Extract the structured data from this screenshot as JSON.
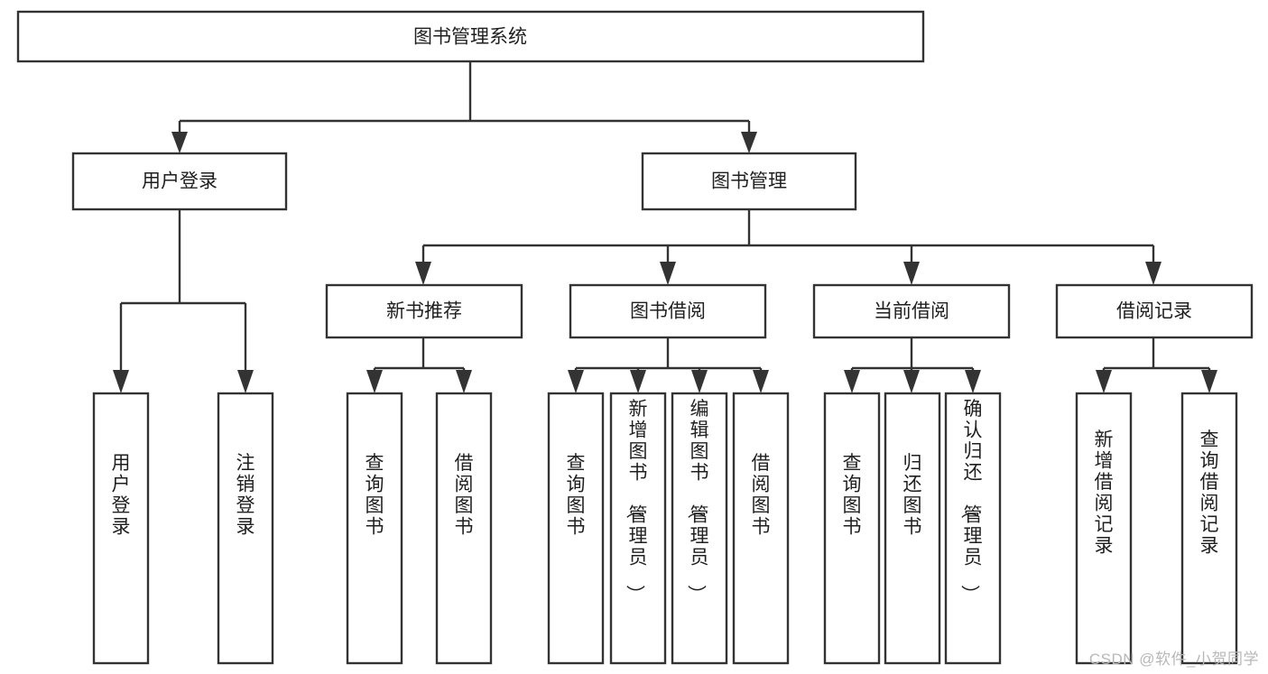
{
  "diagram": {
    "type": "tree-hierarchy-flowchart",
    "title": "图书管理系统",
    "root": {
      "id": "root",
      "label": "图书管理系统",
      "orientation": "horizontal"
    },
    "level1": [
      {
        "id": "user-login",
        "label": "用户登录",
        "orientation": "horizontal"
      },
      {
        "id": "book-management",
        "label": "图书管理",
        "orientation": "horizontal"
      }
    ],
    "level2": [
      {
        "id": "new-book-recommend",
        "label": "新书推荐",
        "orientation": "horizontal",
        "parent": "book-management"
      },
      {
        "id": "book-borrow",
        "label": "图书借阅",
        "orientation": "horizontal",
        "parent": "book-management"
      },
      {
        "id": "current-borrow",
        "label": "当前借阅",
        "orientation": "horizontal",
        "parent": "book-management"
      },
      {
        "id": "borrow-record",
        "label": "借阅记录",
        "orientation": "horizontal",
        "parent": "book-management"
      }
    ],
    "leaves": [
      {
        "id": "leaf-user-login",
        "label": "用户登录",
        "orientation": "vertical",
        "parent": "user-login"
      },
      {
        "id": "leaf-logout",
        "label": "注销登录",
        "orientation": "vertical",
        "parent": "user-login"
      },
      {
        "id": "leaf-query-book-1",
        "label": "查询图书",
        "orientation": "vertical",
        "parent": "new-book-recommend"
      },
      {
        "id": "leaf-borrow-book-1",
        "label": "借阅图书",
        "orientation": "vertical",
        "parent": "new-book-recommend"
      },
      {
        "id": "leaf-query-book-2",
        "label": "查询图书",
        "orientation": "vertical",
        "parent": "book-borrow"
      },
      {
        "id": "leaf-add-book",
        "label": "新增图书（管理员）",
        "orientation": "vertical",
        "parent": "book-borrow"
      },
      {
        "id": "leaf-edit-book",
        "label": "编辑图书（管理员）",
        "orientation": "vertical",
        "parent": "book-borrow"
      },
      {
        "id": "leaf-borrow-book-2",
        "label": "借阅图书",
        "orientation": "vertical",
        "parent": "book-borrow"
      },
      {
        "id": "leaf-query-book-3",
        "label": "查询图书",
        "orientation": "vertical",
        "parent": "current-borrow"
      },
      {
        "id": "leaf-return-book",
        "label": "归还图书",
        "orientation": "vertical",
        "parent": "current-borrow"
      },
      {
        "id": "leaf-confirm-return",
        "label": "确认归还（管理员）",
        "orientation": "vertical",
        "parent": "current-borrow"
      },
      {
        "id": "leaf-add-record",
        "label": "新增借阅记录",
        "orientation": "vertical",
        "parent": "borrow-record"
      },
      {
        "id": "leaf-query-record",
        "label": "查询借阅记录",
        "orientation": "vertical",
        "parent": "borrow-record"
      }
    ],
    "colors": {
      "box_border": "#333333",
      "box_fill": "#ffffff",
      "connector": "#333333",
      "text": "#1f1f1f",
      "background": "#ffffff",
      "watermark": "#b8b8b8"
    }
  },
  "watermark": {
    "text": "CSDN @软件_小贺同学"
  }
}
